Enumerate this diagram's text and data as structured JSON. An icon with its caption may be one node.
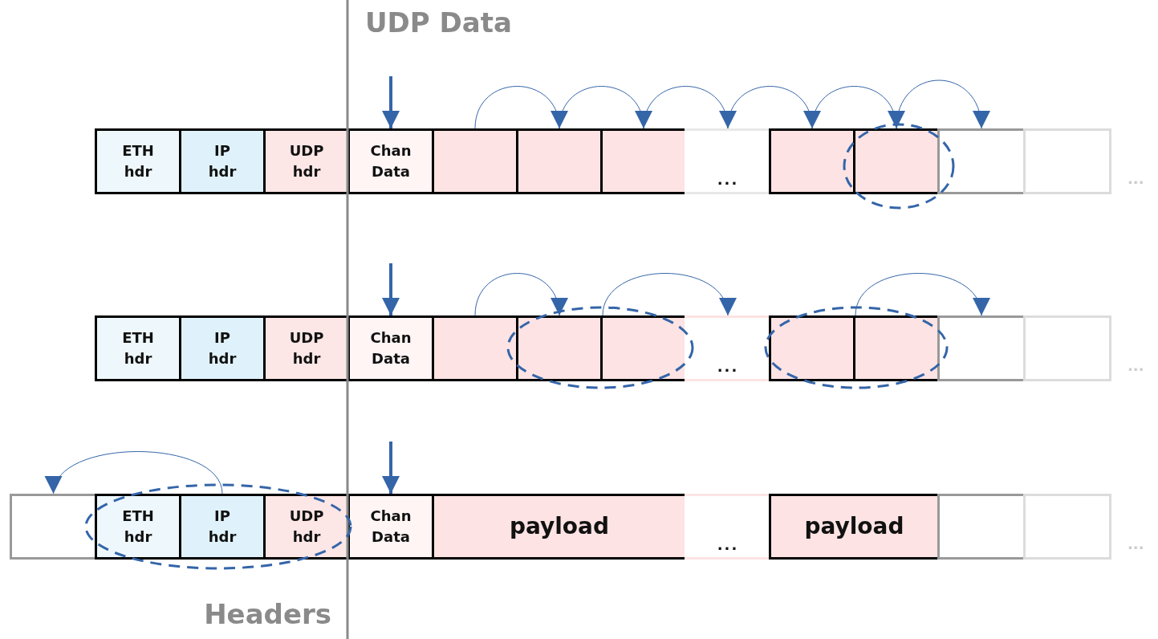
{
  "diagram": {
    "nodes": [
      {
        "text": [
          "ETH hdr"
        ]
      },
      {
        "text": [
          "IP hdr"
        ]
      },
      {
        "text": [
          "UDP hdr"
        ]
      },
      {
        "text": [
          "Chan Data"
        ]
      },
      {
        "text": [],
        "shape": "box"
      },
      {
        "text": [],
        "shape": "box"
      },
      {
        "text": [],
        "shape": "box"
      },
      {
        "text": [
          "..."
        ]
      },
      {
        "text": [],
        "shape": "box"
      },
      {
        "text": [],
        "shape": "box"
      },
      {
        "text": [],
        "shape": "box"
      },
      {
        "text": [],
        "shape": "box"
      },
      {
        "text": [
          "ETH hdr"
        ]
      },
      {
        "text": [
          "IP hdr"
        ]
      },
      {
        "text": [
          "UDP hdr"
        ]
      },
      {
        "text": [
          "Chan Data"
        ]
      },
      {
        "text": [],
        "shape": "box"
      },
      {
        "text": [],
        "shape": "box"
      },
      {
        "text": [],
        "shape": "box"
      },
      {
        "text": [
          "..."
        ]
      },
      {
        "text": [],
        "shape": "box"
      },
      {
        "text": [],
        "shape": "box"
      },
      {
        "text": [],
        "shape": "box"
      },
      {
        "text": [],
        "shape": "box"
      },
      {
        "text": [],
        "shape": "box"
      },
      {
        "text": [
          "ETH hdr"
        ]
      },
      {
        "text": [
          "IP hdr"
        ]
      },
      {
        "text": [
          "UDP hdr"
        ]
      },
      {
        "text": [
          "Chan Data"
        ]
      },
      {
        "text": [
          "payload"
        ]
      },
      {
        "text": [
          "..."
        ]
      },
      {
        "text": [
          "payload"
        ]
      },
      {
        "text": [],
        "shape": "box"
      },
      {
        "text": [],
        "shape": "box"
      }
    ],
    "edges": [
      {
        "from": null,
        "to": 3,
        "arrow": "to",
        "style": "thick"
      },
      {
        "from": 4,
        "to": 5,
        "arrow": "to"
      },
      {
        "from": 5,
        "to": 6,
        "arrow": "to"
      },
      {
        "from": 6,
        "to": 7,
        "arrow": "to"
      },
      {
        "from": 7,
        "to": 8,
        "arrow": "to"
      },
      {
        "from": 8,
        "to": 9,
        "arrow": "to"
      },
      {
        "from": 9,
        "to": 10,
        "arrow": "to"
      },
      {
        "from": null,
        "to": 15,
        "arrow": "to",
        "style": "thick"
      },
      {
        "from": 16,
        "to": 17,
        "arrow": "to"
      },
      {
        "from": 17,
        "to": 19,
        "arrow": "to"
      },
      {
        "from": 20,
        "to": 22,
        "arrow": "to"
      },
      {
        "from": null,
        "to": 28,
        "arrow": "to",
        "style": "thick"
      },
      {
        "from": 26,
        "to": 24,
        "arrow": "to"
      }
    ],
    "labels": [
      "UDP Data",
      "...",
      "...",
      "...",
      "Headers"
    ]
  }
}
